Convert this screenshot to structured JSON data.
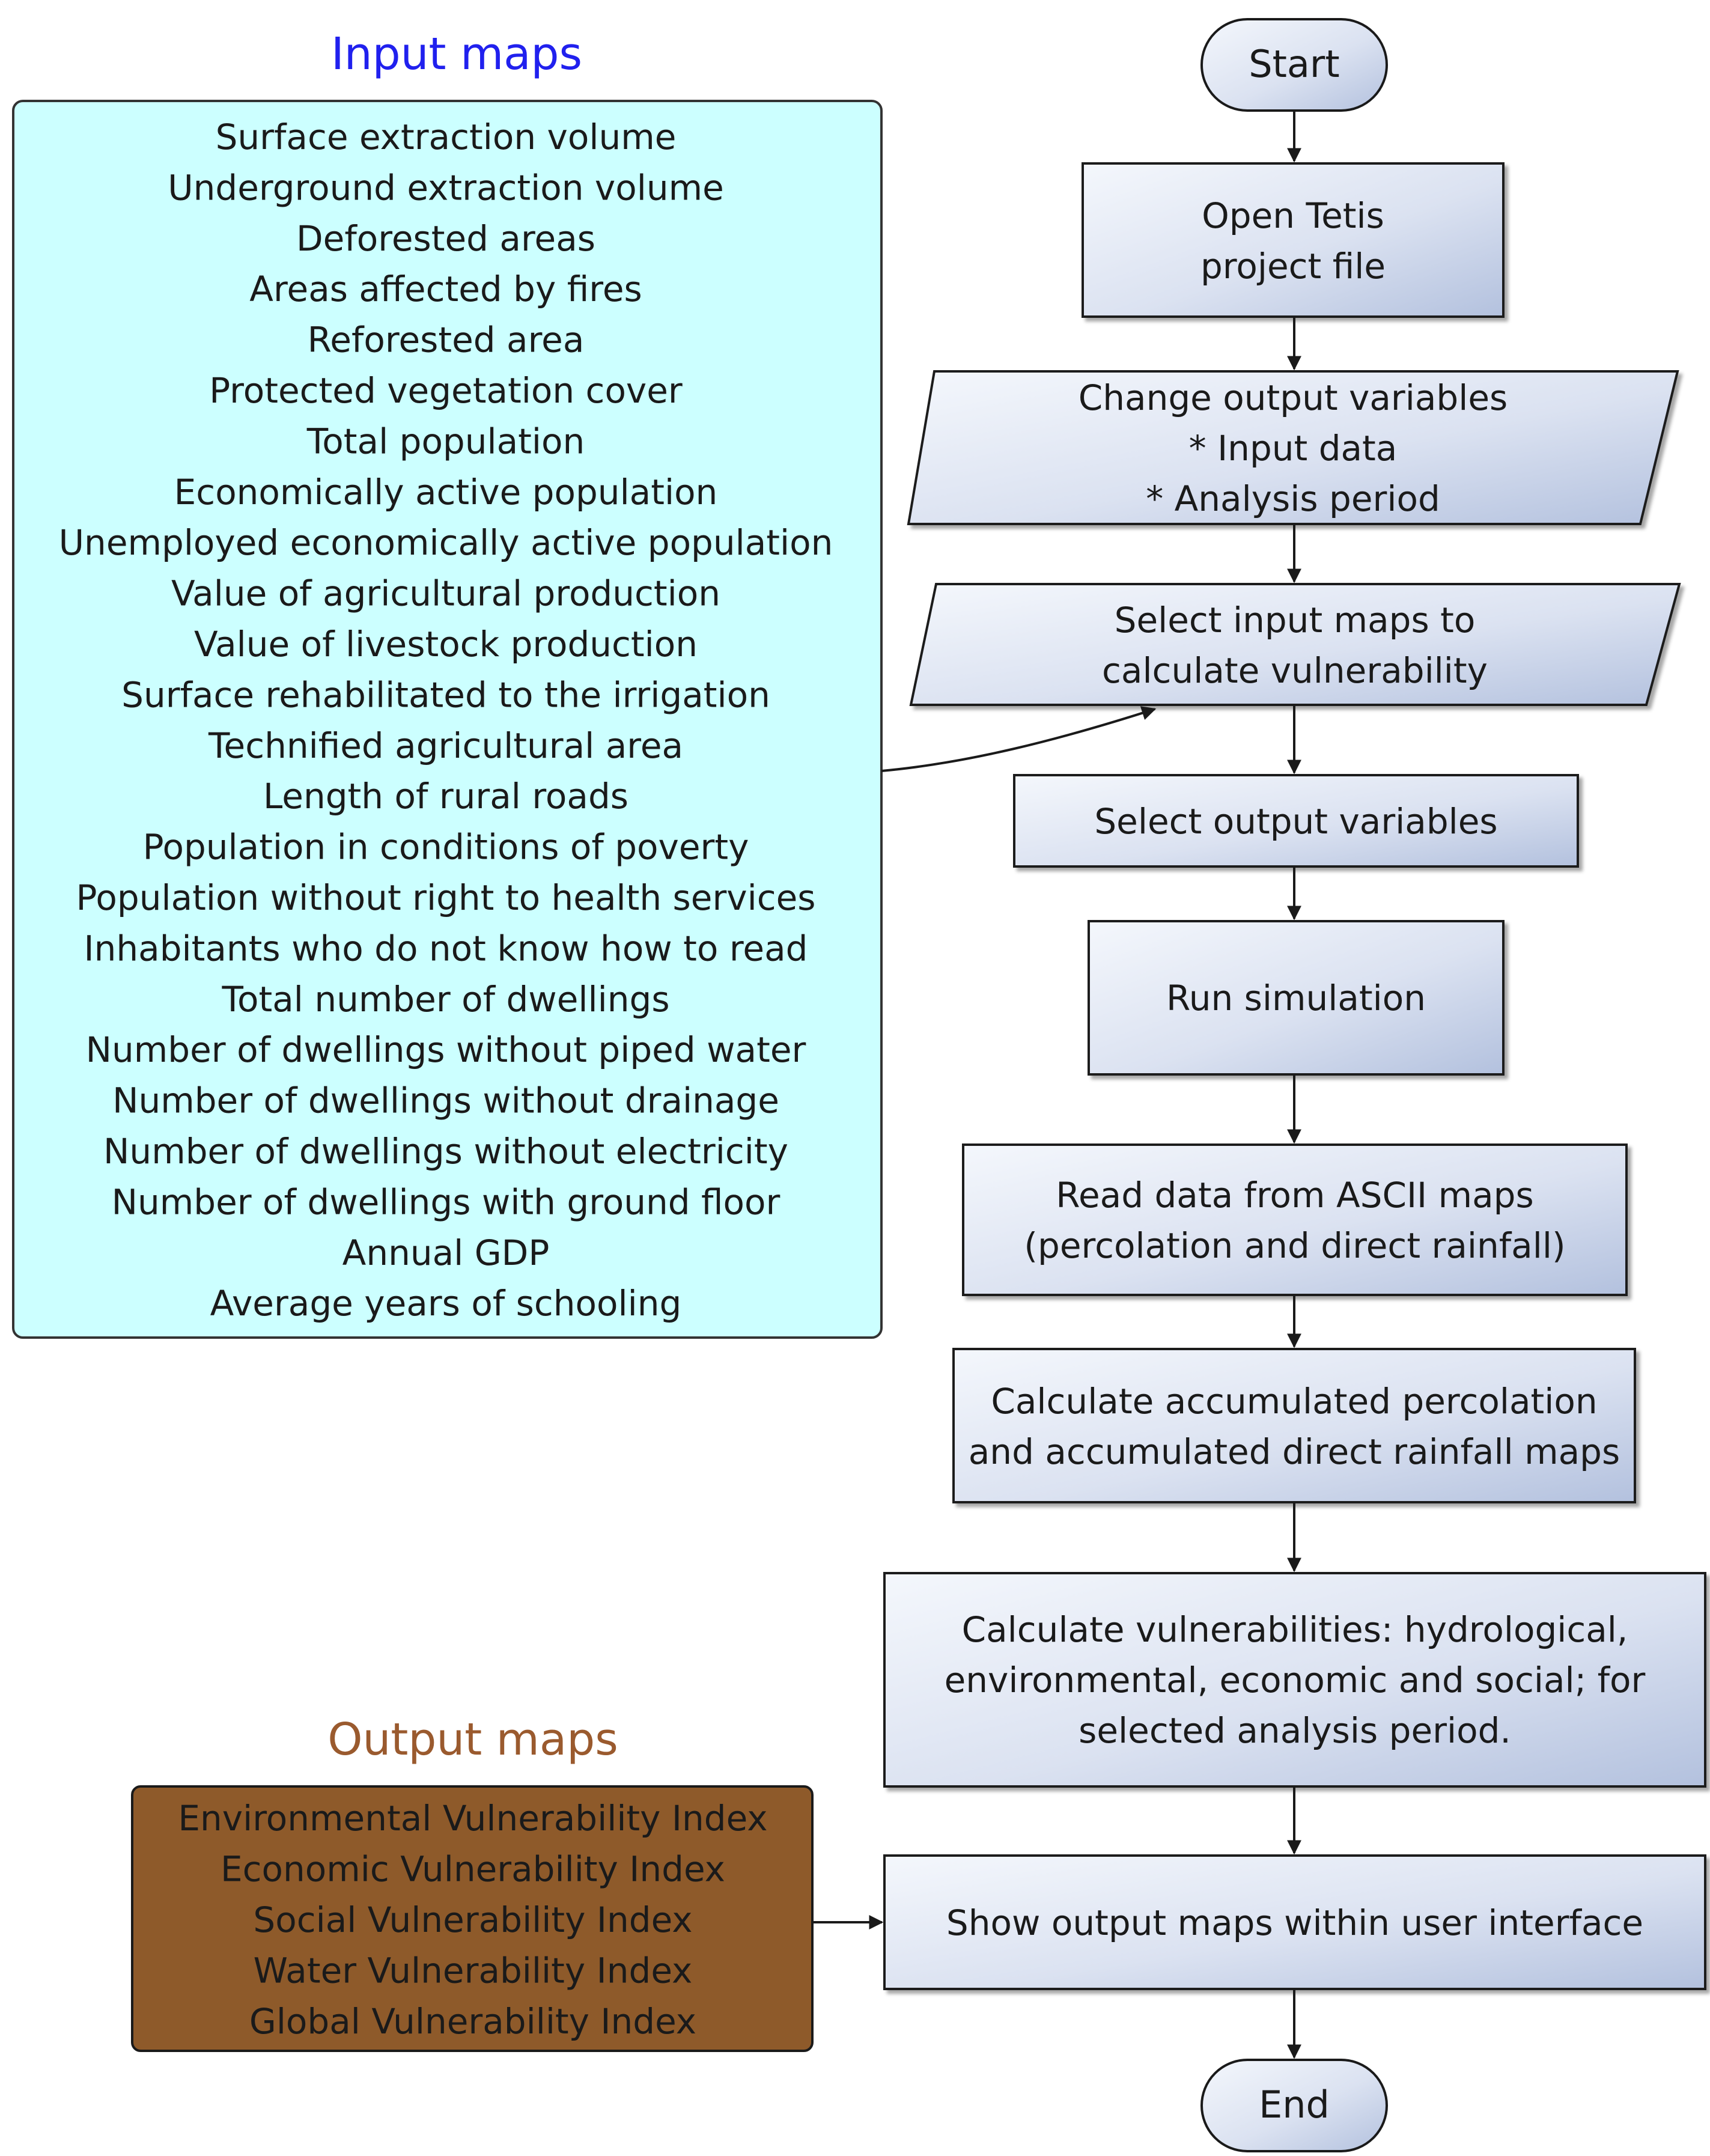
{
  "colors": {
    "input_title": "#2020ee",
    "output_title": "#9a5a2e",
    "input_box_fill": "#ccffff",
    "output_box_fill": "#8e5a2a",
    "node_fill_light": "#f2f5fb",
    "node_fill_dark": "#b6c3df",
    "stroke": "#1a1a1a"
  },
  "input_maps": {
    "title": "Input maps",
    "items": [
      "Surface extraction volume",
      "Underground extraction volume",
      "Deforested areas",
      "Areas affected by fires",
      "Reforested area",
      "Protected vegetation cover",
      "Total population",
      "Economically active population",
      "Unemployed economically active population",
      "Value of agricultural production",
      "Value of livestock production",
      "Surface rehabilitated to the irrigation",
      "Technified agricultural area",
      "Length of rural roads",
      "Population in conditions of poverty",
      "Population without right to health services",
      "Inhabitants who do not know how to read",
      "Total number of dwellings",
      "Number of dwellings without piped water",
      "Number of dwellings without drainage",
      "Number of dwellings without electricity",
      "Number of dwellings with ground floor",
      "Annual GDP",
      "Average years of schooling"
    ]
  },
  "output_maps": {
    "title": "Output maps",
    "items": [
      "Environmental Vulnerability Index",
      "Economic Vulnerability Index",
      "Social Vulnerability Index",
      "Water Vulnerability Index",
      "Global Vulnerability Index"
    ]
  },
  "flow": {
    "start": "Start",
    "open_project": [
      "Open Tetis",
      "project file"
    ],
    "change_output": [
      "Change output variables",
      "* Input data",
      "* Analysis period"
    ],
    "select_input": [
      "Select input maps to",
      "calculate vulnerability"
    ],
    "select_output": [
      "Select output variables"
    ],
    "run_simulation": [
      "Run simulation"
    ],
    "read_data": [
      "Read data from ASCII maps",
      "(percolation and direct rainfall)"
    ],
    "calc_accumulated": [
      "Calculate accumulated percolation",
      "and accumulated direct rainfall maps"
    ],
    "calc_vulnerabilities": [
      "Calculate vulnerabilities: hydrological,",
      "environmental, economic and social; for",
      "selected analysis period."
    ],
    "show_output": [
      "Show output maps within user interface"
    ],
    "end": "End"
  }
}
